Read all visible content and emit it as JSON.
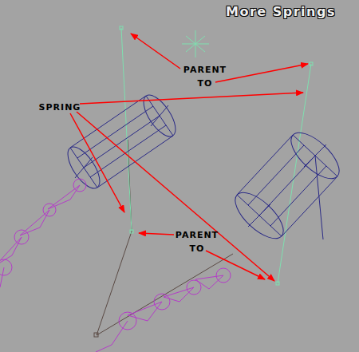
{
  "diagram": {
    "title": "More Springs",
    "labels": [
      "PARENT TO",
      "SPRING",
      "PARENT TO"
    ]
  }
}
